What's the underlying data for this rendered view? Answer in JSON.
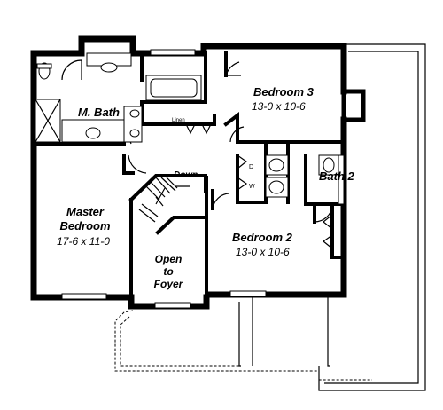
{
  "rooms": {
    "master_bath": {
      "name": "M. Bath"
    },
    "bedroom3": {
      "name": "Bedroom 3",
      "size": "13-0 x 10-6"
    },
    "bedroom2": {
      "name": "Bedroom 2",
      "size": "13-0 x 10-6"
    },
    "bath2": {
      "name": "Bath 2"
    },
    "master_bedroom": {
      "name_line1": "Master",
      "name_line2": "Bedroom",
      "size": "17-6 x 11-0"
    },
    "open_to_foyer": {
      "line1": "Open",
      "line2": "to",
      "line3": "Foyer"
    }
  },
  "labels": {
    "linen": "Linen",
    "stairs": "Down",
    "washer": "W",
    "dryer": "D"
  }
}
